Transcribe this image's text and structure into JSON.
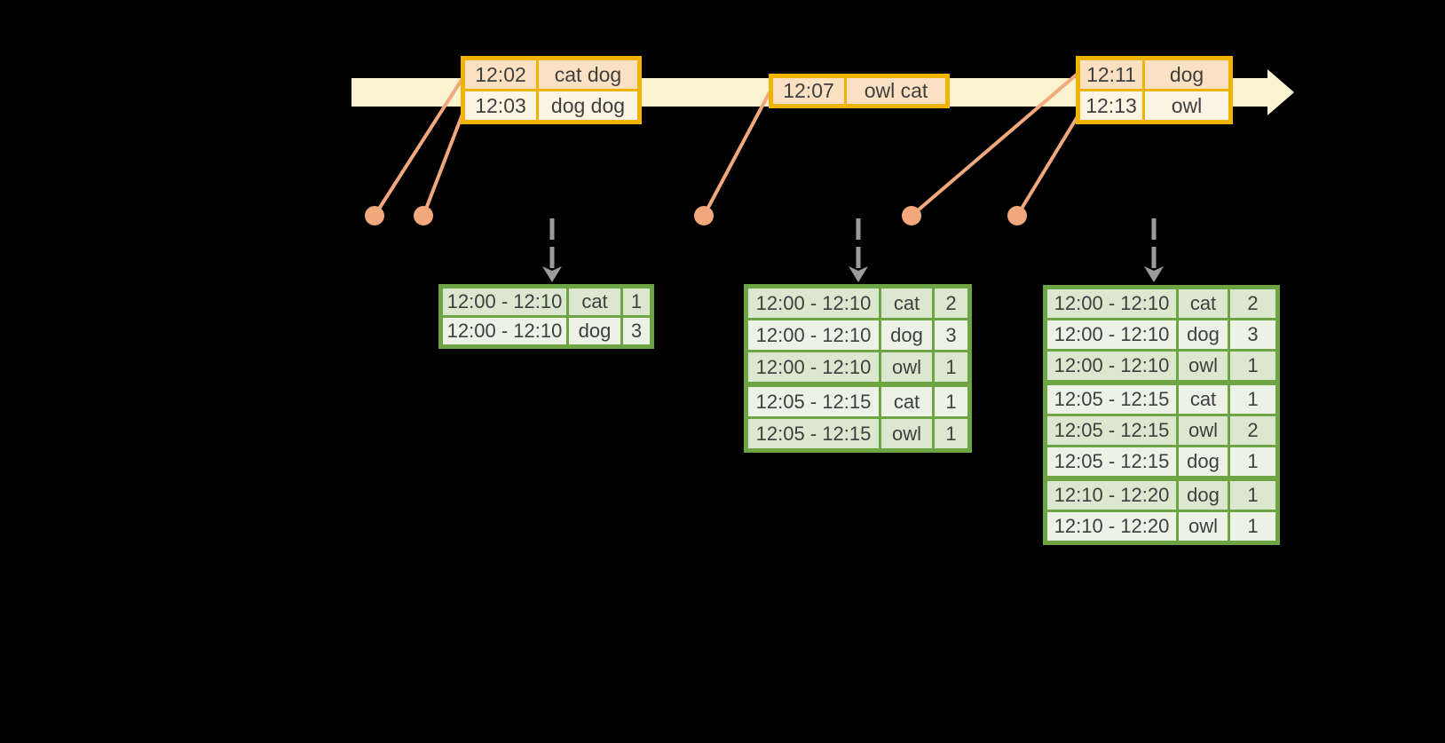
{
  "colors": {
    "background": "#000000",
    "timeline_fill": "#fbf3d0",
    "event_border": "#f0b400",
    "event_row_a": "#fbe1c2",
    "event_row_b": "#fdf4e3",
    "result_border": "#6ea544",
    "result_row_a": "#dbe7cf",
    "result_row_b": "#edf2e6",
    "connector": "#f1a87c",
    "trigger_arrow": "#9b9b9b",
    "text": "#3f3f3f"
  },
  "events": [
    {
      "rows": [
        {
          "time": "12:02",
          "words": "cat dog"
        },
        {
          "time": "12:03",
          "words": "dog dog"
        }
      ]
    },
    {
      "rows": [
        {
          "time": "12:07",
          "words": "owl cat"
        }
      ]
    },
    {
      "rows": [
        {
          "time": "12:11",
          "words": "dog"
        },
        {
          "time": "12:13",
          "words": "owl"
        }
      ]
    }
  ],
  "result_tables": [
    {
      "rows": [
        [
          "12:00 - 12:10",
          "cat",
          "1"
        ],
        [
          "12:00 - 12:10",
          "dog",
          "3"
        ]
      ]
    },
    {
      "rows": [
        [
          "12:00 - 12:10",
          "cat",
          "2"
        ],
        [
          "12:00 - 12:10",
          "dog",
          "3"
        ],
        [
          "12:00 - 12:10",
          "owl",
          "1"
        ],
        [
          "12:05 - 12:15",
          "cat",
          "1"
        ],
        [
          "12:05 - 12:15",
          "owl",
          "1"
        ]
      ]
    },
    {
      "rows": [
        [
          "12:00 - 12:10",
          "cat",
          "2"
        ],
        [
          "12:00 - 12:10",
          "dog",
          "3"
        ],
        [
          "12:00 - 12:10",
          "owl",
          "1"
        ],
        [
          "12:05 - 12:15",
          "cat",
          "1"
        ],
        [
          "12:05 - 12:15",
          "owl",
          "2"
        ],
        [
          "12:05 - 12:15",
          "dog",
          "1"
        ],
        [
          "12:10 - 12:20",
          "dog",
          "1"
        ],
        [
          "12:10 - 12:20",
          "owl",
          "1"
        ]
      ]
    }
  ]
}
